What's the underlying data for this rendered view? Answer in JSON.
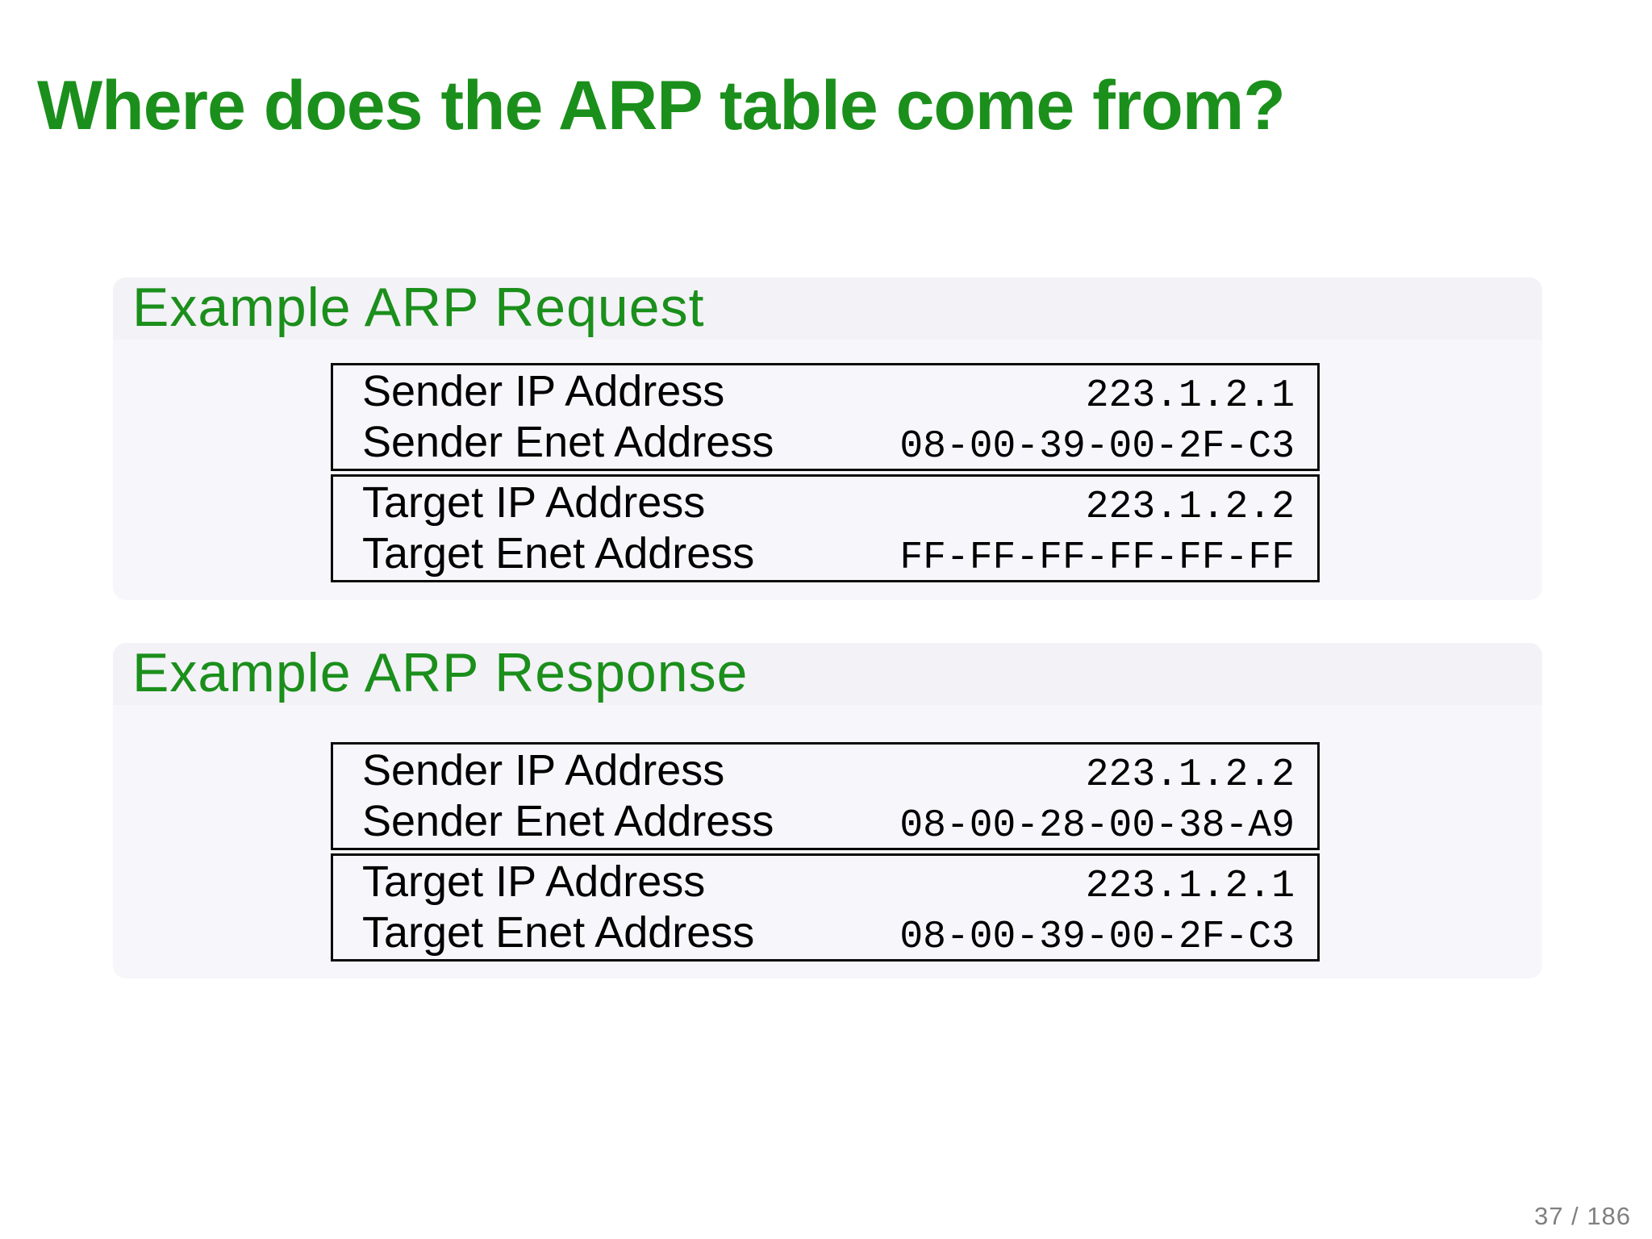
{
  "title": "Where does the ARP table come from?",
  "page_indicator": "37 / 186",
  "colors": {
    "accent_green": "#1b8f1b",
    "block_background": "#f7f6fa",
    "block_header_background": "#f3f2f7",
    "table_border": "#0a0a0a",
    "page_number_gray": "#808080",
    "slide_background": "#ffffff"
  },
  "blocks": [
    {
      "header": "Example ARP Request",
      "table": [
        {
          "rows": [
            {
              "label": "Sender IP Address",
              "value": "223.1.2.1"
            },
            {
              "label": "Sender Enet Address",
              "value": "08-00-39-00-2F-C3"
            }
          ]
        },
        {
          "rows": [
            {
              "label": "Target IP Address",
              "value": "223.1.2.2"
            },
            {
              "label": "Target Enet Address",
              "value": "FF-FF-FF-FF-FF-FF"
            }
          ]
        }
      ]
    },
    {
      "header": "Example ARP Response",
      "table": [
        {
          "rows": [
            {
              "label": "Sender IP Address",
              "value": "223.1.2.2"
            },
            {
              "label": "Sender Enet Address",
              "value": "08-00-28-00-38-A9"
            }
          ]
        },
        {
          "rows": [
            {
              "label": "Target IP Address",
              "value": "223.1.2.1"
            },
            {
              "label": "Target Enet Address",
              "value": "08-00-39-00-2F-C3"
            }
          ]
        }
      ]
    }
  ]
}
